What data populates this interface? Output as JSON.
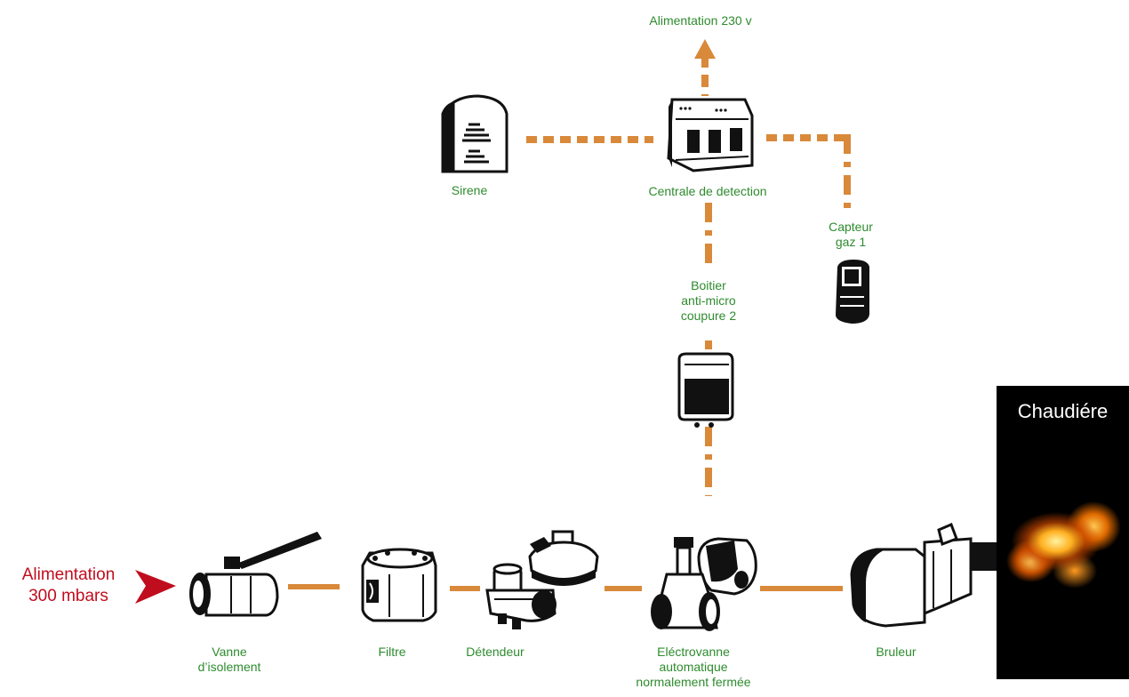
{
  "supply": {
    "line1": "Alimentation",
    "line2": "300 mbars"
  },
  "power": {
    "label": "Alimentation 230 v"
  },
  "boiler": {
    "title": "Chaudiére"
  },
  "colors": {
    "wire": "#d9893a",
    "label": "#2e8b2e",
    "supply": "#c00d1e",
    "icon": "#111111"
  },
  "components": {
    "siren": {
      "label": "Sirene",
      "icon": "siren-icon"
    },
    "central": {
      "label": "Centrale  de detection",
      "icon": "detection-central-icon"
    },
    "sensor": {
      "line1": "Capteur",
      "line2": "gaz 1",
      "icon": "gas-sensor-icon"
    },
    "box": {
      "line1": "Boitier",
      "line2": "anti-micro",
      "line3": "coupure 2",
      "icon": "anti-micro-cut-box-icon"
    },
    "valve": {
      "line1": "Vanne",
      "line2": "d’isolement",
      "icon": "ball-valve-icon"
    },
    "filter": {
      "label": "Filtre",
      "icon": "gas-filter-icon"
    },
    "regulator": {
      "label": "Détendeur",
      "icon": "pressure-regulator-icon"
    },
    "solenoid": {
      "line1": "Eléctrovanne",
      "line2": "automatique",
      "line3": "normalement fermée",
      "icon": "solenoid-valve-icon"
    },
    "burner": {
      "label": "Bruleur",
      "icon": "burner-icon"
    }
  }
}
